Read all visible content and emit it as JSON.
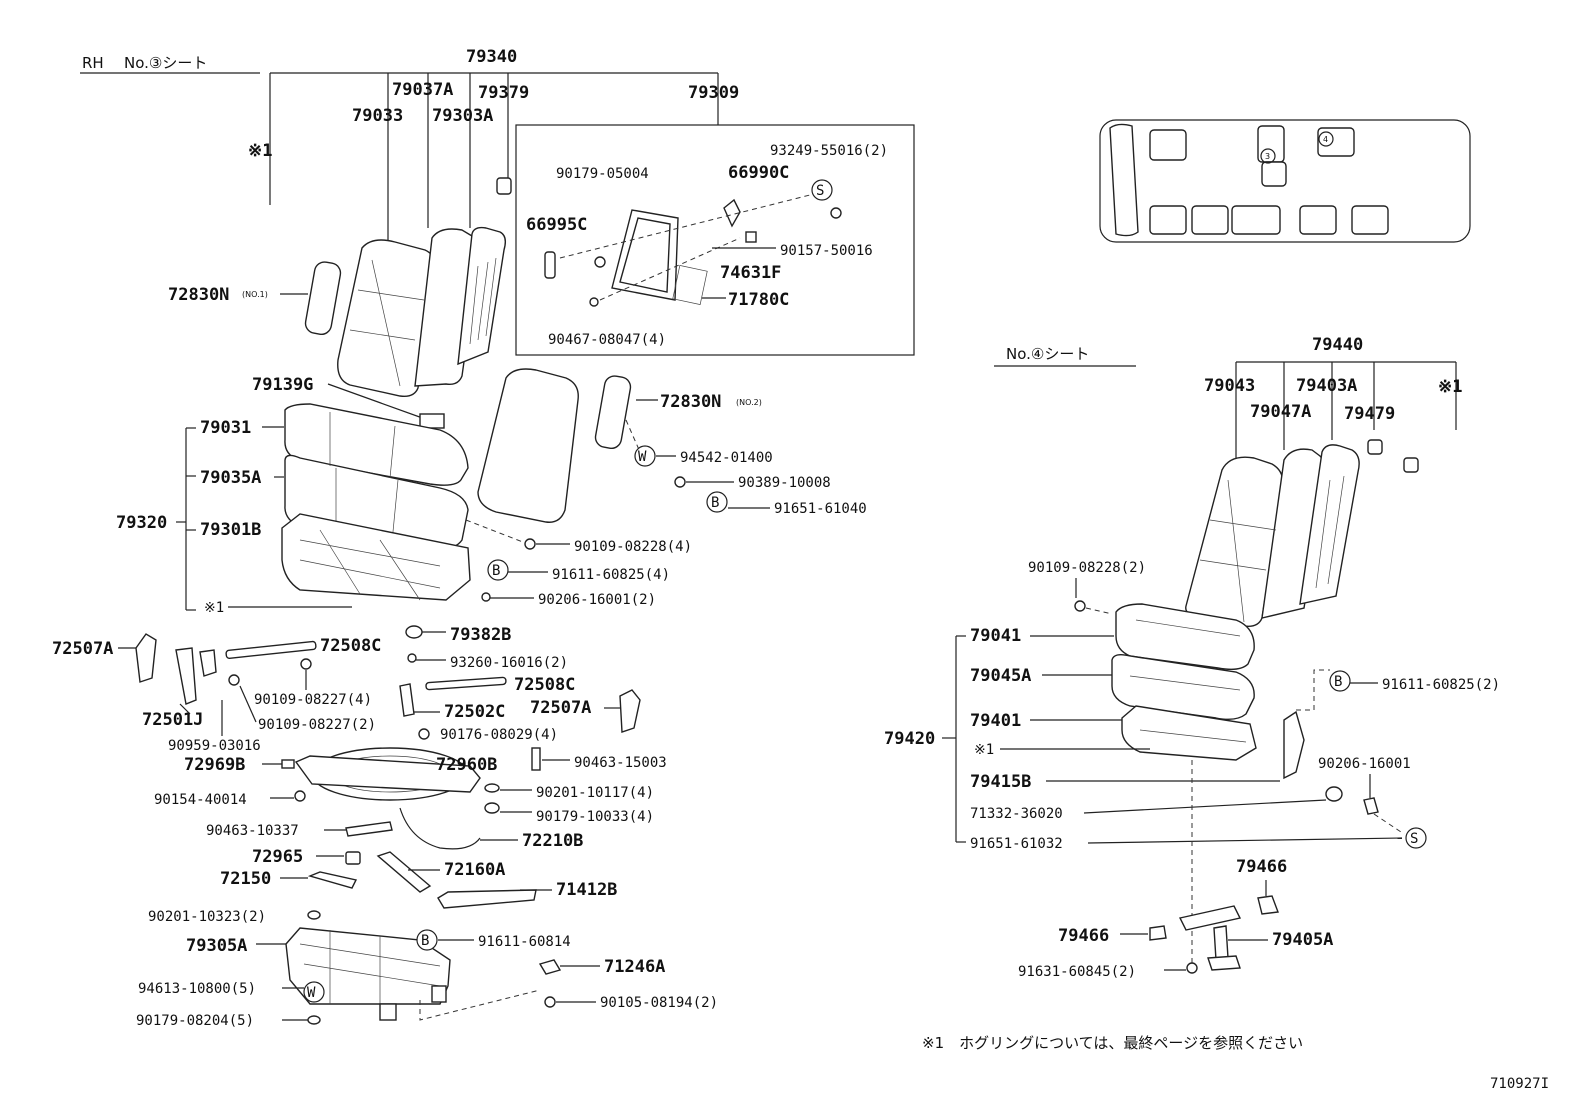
{
  "headers": {
    "rh": "RH",
    "seat3": "No.③シート",
    "seat4": "No.④シート"
  },
  "labels": {
    "l79340": "79340",
    "l79037A": "79037A",
    "l79379": "79379",
    "l79309": "79309",
    "l79033": "79033",
    "l79303A": "79303A",
    "l_ref1": "※1",
    "l93249": "93249-55016(2)",
    "l90179_05004": "90179-05004",
    "l66990C": "66990C",
    "l66995C": "66995C",
    "l90157": "90157-50016",
    "l74631F": "74631F",
    "l71780C": "71780C",
    "l90467": "90467-08047(4)",
    "l72830N1": "72830N",
    "l72830N1_sub": "(NO.1)",
    "l79139G": "79139G",
    "l72830N2": "72830N",
    "l72830N2_sub": "(NO.2)",
    "l79031": "79031",
    "l94542": "94542-01400",
    "l79035A": "79035A",
    "l90389": "90389-10008",
    "l79320": "79320",
    "l91651_61040": "91651-61040",
    "l79301B": "79301B",
    "l90109_08228_4": "90109-08228(4)",
    "l91611_60825_4": "91611-60825(4)",
    "l_ref1b": "※1",
    "l90206_2": "90206-16001(2)",
    "l79382B": "79382B",
    "l72507A_a": "72507A",
    "l72508C_a": "72508C",
    "l93260": "93260-16016(2)",
    "l72508C_b": "72508C",
    "l90109_08227_a": "90109-08227(4)",
    "l72501J": "72501J",
    "l90109_08227_b": "90109-08227(2)",
    "l72502C": "72502C",
    "l72507A_b": "72507A",
    "l90959": "90959-03016",
    "l90176": "90176-08029(4)",
    "l72969B": "72969B",
    "l72960B": "72960B",
    "l90463_15003": "90463-15003",
    "l90154": "90154-40014",
    "l90201_10117": "90201-10117(4)",
    "l90179_10033": "90179-10033(4)",
    "l90463_10337": "90463-10337",
    "l72210B": "72210B",
    "l72965": "72965",
    "l72160A": "72160A",
    "l72150": "72150",
    "l71412B": "71412B",
    "l90201_10323": "90201-10323(2)",
    "l79305A": "79305A",
    "l91611_60814": "91611-60814",
    "l71246A": "71246A",
    "l94613": "94613-10800(5)",
    "l90105": "90105-08194(2)",
    "l90179_08204": "90179-08204(5)",
    "r79440": "79440",
    "r79043": "79043",
    "r79403A": "79403A",
    "r_ref1": "※1",
    "r79047A": "79047A",
    "r79479": "79479",
    "r90109_08228_2": "90109-08228(2)",
    "r79041": "79041",
    "r79045A": "79045A",
    "r91611_60825_2": "91611-60825(2)",
    "r79401": "79401",
    "r79420": "79420",
    "r_ref1b": "※1",
    "r90206": "90206-16001",
    "r79415B": "79415B",
    "r71332": "71332-36020",
    "r91651_61032": "91651-61032",
    "r79466a": "79466",
    "r79466b": "79466",
    "r79405A": "79405A",
    "r91631": "91631-60845(2)"
  },
  "marks": {
    "W": "W",
    "B": "B",
    "S": "S",
    "seat3_no": "3",
    "seat4_no": "4"
  },
  "footnote": "※1　ホグリングについては、最終ページを参照ください",
  "diagram_id": "710927I"
}
